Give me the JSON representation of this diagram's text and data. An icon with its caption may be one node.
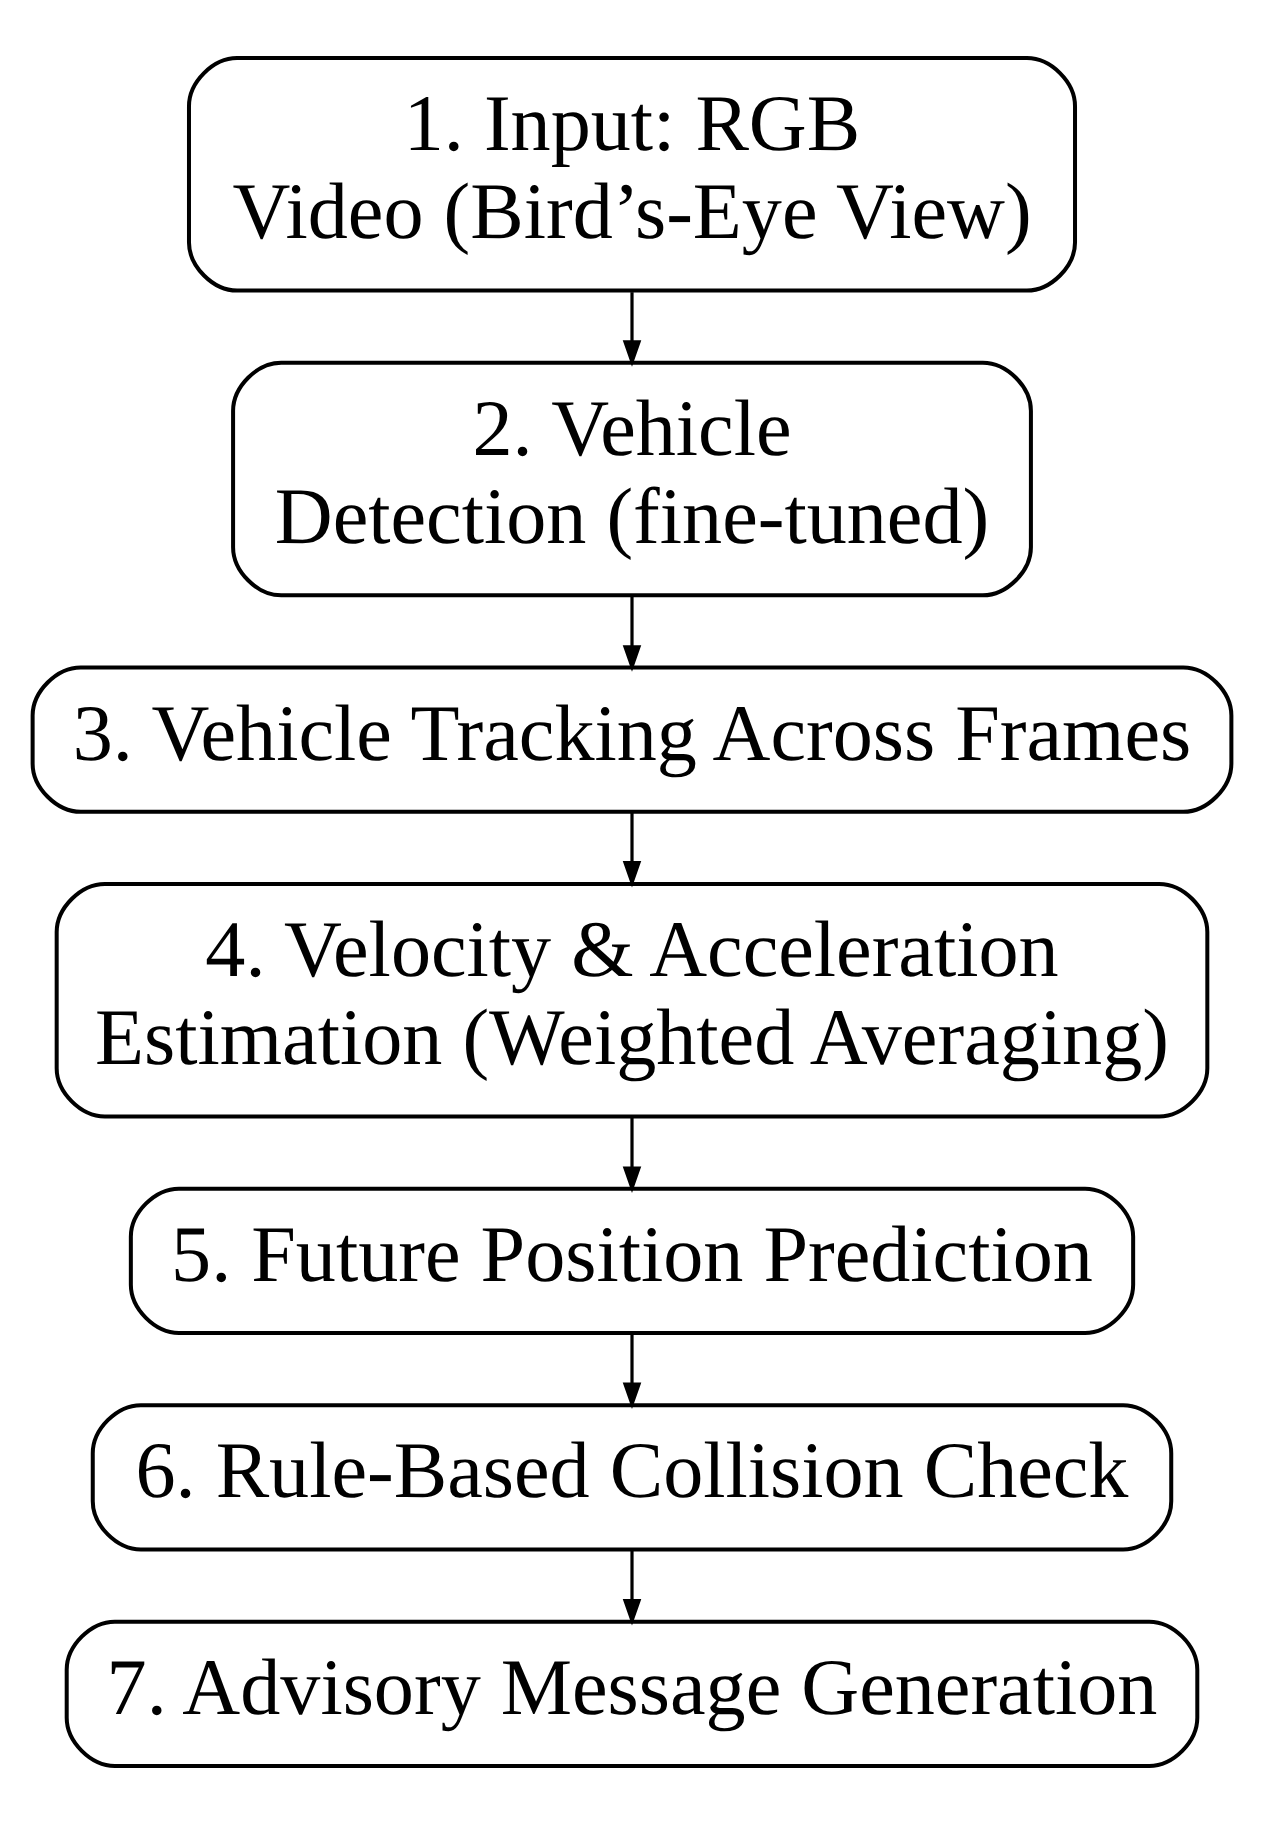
{
  "diagram": {
    "nodes": [
      {
        "text": [
          "1. Input: RGB Video (Bird’s-Eye View)"
        ]
      },
      {
        "text": [
          "2. Vehicle Detection (fine-tuned)"
        ]
      },
      {
        "text": [
          "3. Vehicle Tracking Across Frames"
        ]
      },
      {
        "text": [
          "4. Velocity & Acceleration Estimation (Weighted Averaging)"
        ]
      },
      {
        "text": [
          "5. Future Position Prediction"
        ]
      },
      {
        "text": [
          "6. Rule-Based Collision Check"
        ]
      },
      {
        "text": [
          "7. Advisory Message Generation"
        ]
      }
    ],
    "edges": [
      {
        "from": 0,
        "to": 1,
        "arrow": "to"
      },
      {
        "from": 1,
        "to": 2,
        "arrow": "to"
      },
      {
        "from": 2,
        "to": 3,
        "arrow": "to"
      },
      {
        "from": 3,
        "to": 4,
        "arrow": "to"
      },
      {
        "from": 4,
        "to": 5,
        "arrow": "to"
      },
      {
        "from": 5,
        "to": 6,
        "arrow": "to"
      }
    ]
  }
}
